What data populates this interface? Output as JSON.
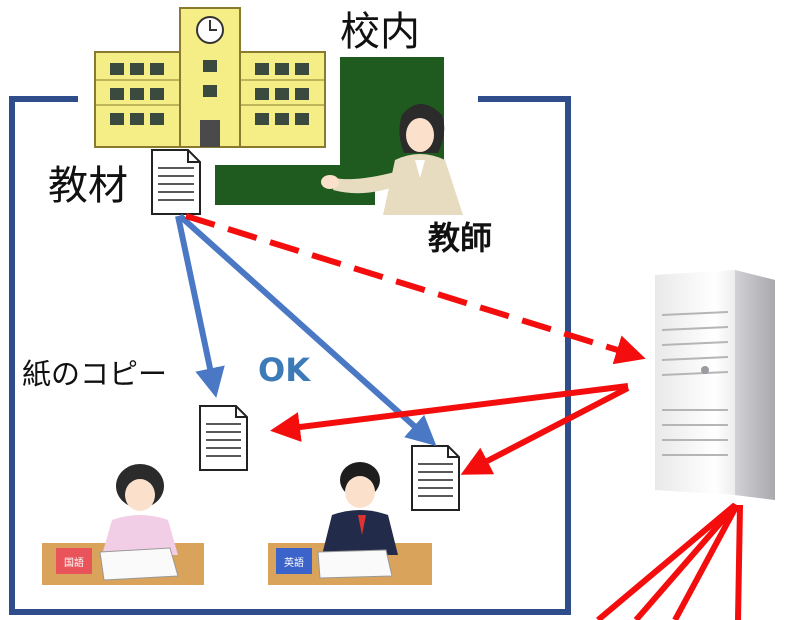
{
  "labels": {
    "campus": "校内",
    "material": "教材",
    "teacher": "教師",
    "paper_copy": "紙のコピー",
    "ok": "OK"
  },
  "book_labels": {
    "red_book": "国語",
    "blue_book": "英語"
  },
  "colors": {
    "border": "#2f4d8a",
    "blue_arrow": "#4a78c4",
    "red_arrow": "#f40d0d",
    "ok_text": "#3d7ab8",
    "chalkboard": "#1f5a1f",
    "building": "#f5ed85"
  },
  "icons": [
    "school-building-icon",
    "chalkboard-icon",
    "teacher-icon",
    "document-icon",
    "server-icon",
    "student-icon"
  ]
}
